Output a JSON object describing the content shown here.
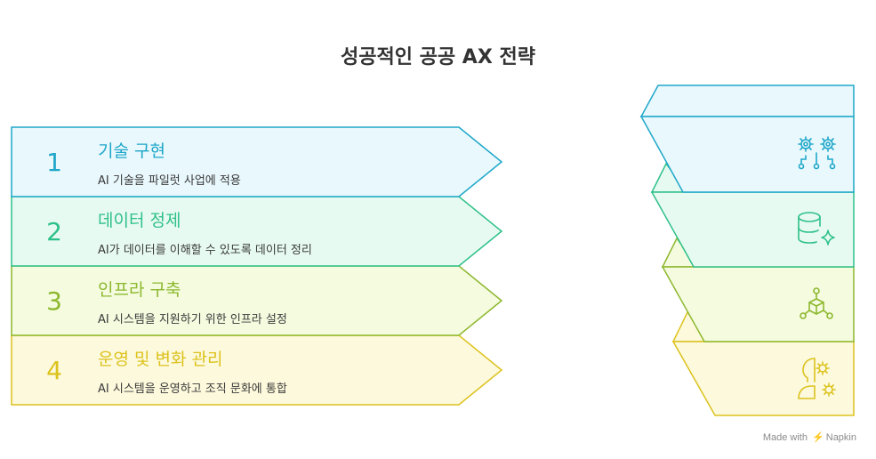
{
  "title": "성공적인 공공 AX 전략",
  "steps": [
    {
      "number": "1",
      "title": "기술 구현",
      "description": "AI 기술을 파일럿 사업에 적용",
      "icon": "gears-network-icon",
      "color": "#1ea7c9",
      "fill": "#e9f8fd"
    },
    {
      "number": "2",
      "title": "데이터 정제",
      "description": "AI가 데이터를 이해할 수 있도록 데이터 정리",
      "icon": "database-sparkle-icon",
      "color": "#2ec08a",
      "fill": "#e7faf1"
    },
    {
      "number": "3",
      "title": "인프라 구축",
      "description": "AI 시스템을 지원하기 위한 인프라 설정",
      "icon": "cube-network-icon",
      "color": "#8db82e",
      "fill": "#f4fbdf"
    },
    {
      "number": "4",
      "title": "운영 및 변화 관리",
      "description": "AI 시스템을 운영하고 조직 문화에 통합",
      "icon": "head-gears-icon",
      "color": "#dcc21d",
      "fill": "#fdf9dc"
    }
  ],
  "footer": {
    "made_with": "Made with",
    "brand": "Napkin"
  }
}
